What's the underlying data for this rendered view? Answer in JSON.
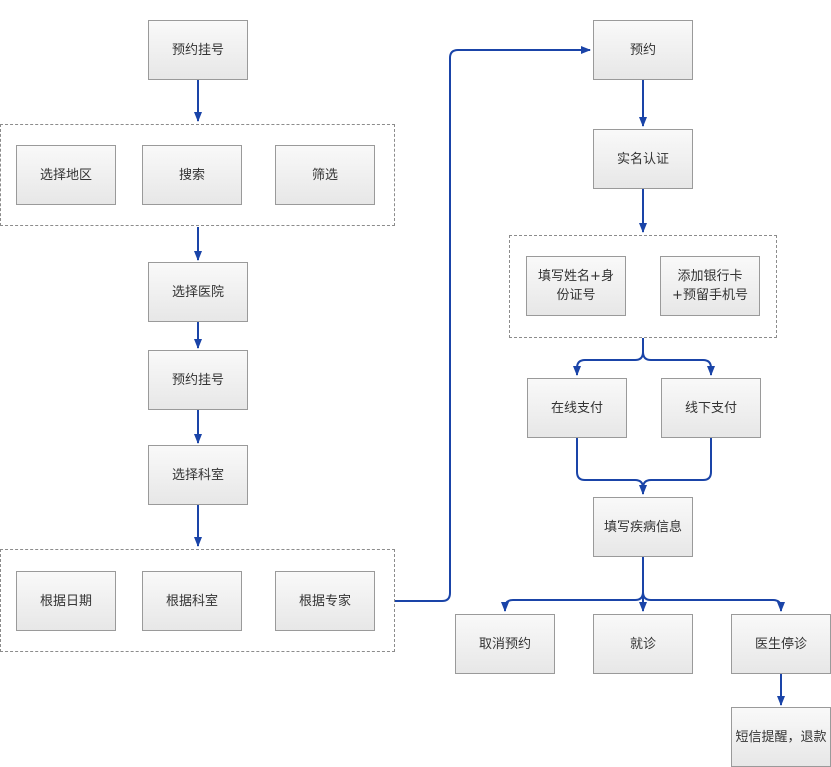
{
  "colors": {
    "edge": "#1a44a8",
    "node_border": "#9a9a9a"
  },
  "nodes": {
    "book_1": "预约挂号",
    "select_region": "选择地区",
    "search": "搜索",
    "filter": "筛选",
    "select_hospital": "选择医院",
    "book_2": "预约挂号",
    "select_department": "选择科室",
    "by_date": "根据日期",
    "by_department": "根据科室",
    "by_expert": "根据专家",
    "reserve": "预约",
    "real_name_auth": "实名认证",
    "fill_name_id": "填写姓名+身份证号",
    "add_bank_card": "添加银行卡+预留手机号",
    "online_pay": "在线支付",
    "offline_pay": "线下支付",
    "fill_disease_info": "填写疾病信息",
    "cancel_booking": "取消预约",
    "visit": "就诊",
    "doctor_suspension": "医生停诊",
    "sms_refund": "短信提醒，退款"
  }
}
